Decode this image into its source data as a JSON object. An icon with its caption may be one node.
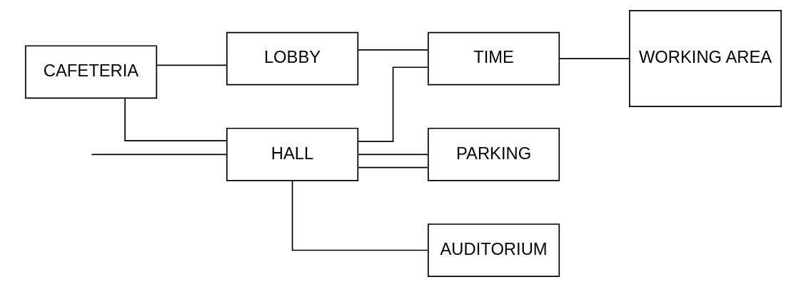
{
  "diagram": {
    "nodes": [
      {
        "text": [
          "CAFETERIA"
        ]
      },
      {
        "text": [
          "LOBBY"
        ]
      },
      {
        "text": [
          "HALL"
        ]
      },
      {
        "text": [
          "TIME"
        ]
      },
      {
        "text": [
          "WORKING AREA"
        ]
      },
      {
        "text": [
          "PARKING"
        ]
      },
      {
        "text": [
          "AUDITORIUM"
        ]
      }
    ],
    "edges": [
      {
        "from": 0,
        "to": 1,
        "arrow": "none"
      },
      {
        "from": 0,
        "to": 2,
        "arrow": "none"
      },
      {
        "from": 1,
        "to": 3,
        "arrow": "none"
      },
      {
        "from": null,
        "to": 2,
        "arrow": "none"
      },
      {
        "from": 5,
        "to": 2,
        "arrow": "none"
      },
      {
        "from": 2,
        "to": 3,
        "arrow": "none"
      },
      {
        "from": 3,
        "to": 4,
        "arrow": "none"
      },
      {
        "from": 2,
        "to": 5,
        "arrow": "none"
      },
      {
        "from": 2,
        "to": 6,
        "arrow": "none"
      }
    ]
  }
}
